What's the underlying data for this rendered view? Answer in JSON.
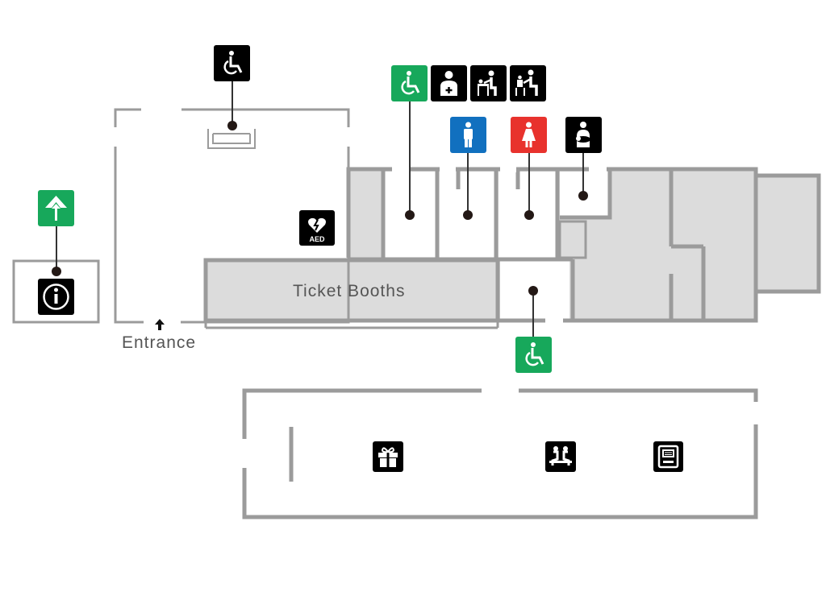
{
  "labels": {
    "ticket_booths": "Ticket Booths",
    "entrance": "Entrance",
    "aed": "AED"
  },
  "icons": [
    {
      "name": "wheelchair-elevator-icon",
      "color": "#000000"
    },
    {
      "name": "guest-services-icon",
      "color": "#17a85b"
    },
    {
      "name": "information-icon",
      "color": "#000000"
    },
    {
      "name": "accessible-restroom-icon",
      "color": "#17a85b"
    },
    {
      "name": "ostomate-icon",
      "color": "#000000"
    },
    {
      "name": "baby-changing-icon",
      "color": "#000000"
    },
    {
      "name": "baby-chair-icon",
      "color": "#000000"
    },
    {
      "name": "mens-restroom-icon",
      "color": "#1170bf"
    },
    {
      "name": "womens-restroom-icon",
      "color": "#e8322d"
    },
    {
      "name": "nursing-room-icon",
      "color": "#000000"
    },
    {
      "name": "aed-icon",
      "color": "#000000"
    },
    {
      "name": "accessible-restroom-icon-2",
      "color": "#17a85b"
    },
    {
      "name": "gift-shop-icon",
      "color": "#000000"
    },
    {
      "name": "rest-area-icon",
      "color": "#000000"
    },
    {
      "name": "coin-locker-icon",
      "color": "#000000"
    }
  ],
  "colors": {
    "wall": "#9b9b9b",
    "room_fill": "#dcdcdc",
    "accessible": "#17a85b",
    "men": "#1170bf",
    "women": "#e8322d",
    "facility": "#000000"
  }
}
